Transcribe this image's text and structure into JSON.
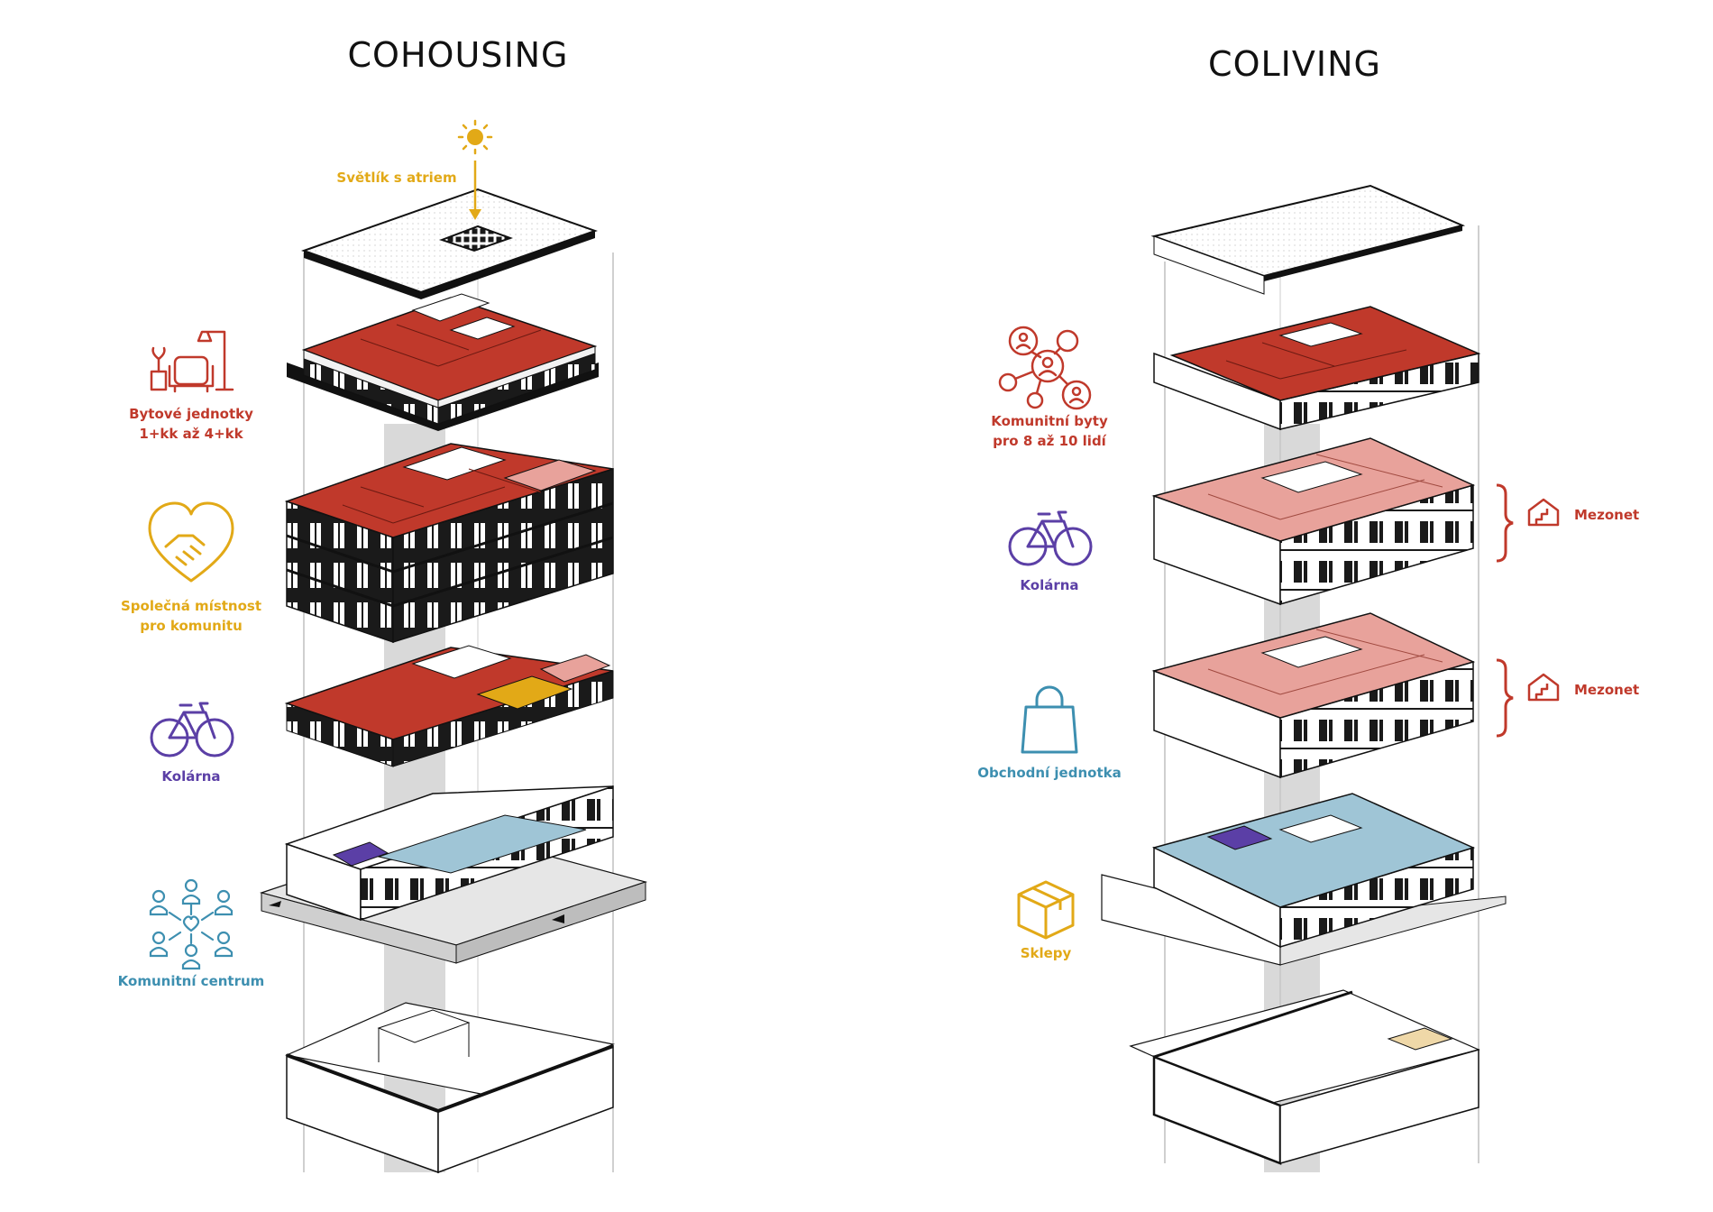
{
  "colors": {
    "red": "#c0392b",
    "red_light": "#e8a29b",
    "yellow": "#e2a917",
    "purple": "#5b3fa6",
    "blue": "#3d8fb0",
    "blue_fill": "#9fc5d6",
    "tan": "#efd8a8",
    "ink": "#111111"
  },
  "cohousing": {
    "title": "COHOUSING",
    "skylight_label": "Světlík s atriem",
    "units_label_1": "Bytové jednotky",
    "units_label_2": "1+kk až 4+kk",
    "common_room_label_1": "Společná místnost",
    "common_room_label_2": "pro komunitu",
    "bike_label": "Kolárna",
    "community_center_label": "Komunitní centrum"
  },
  "coliving": {
    "title": "COLIVING",
    "flats_label_1": "Komunitní byty",
    "flats_label_2": "pro 8 až 10 lidí",
    "bike_label": "Kolárna",
    "shop_label": "Obchodní jednotka",
    "cellar_label": "Sklepy",
    "mezonet_label_1": "Mezonet",
    "mezonet_label_2": "Mezonet"
  }
}
